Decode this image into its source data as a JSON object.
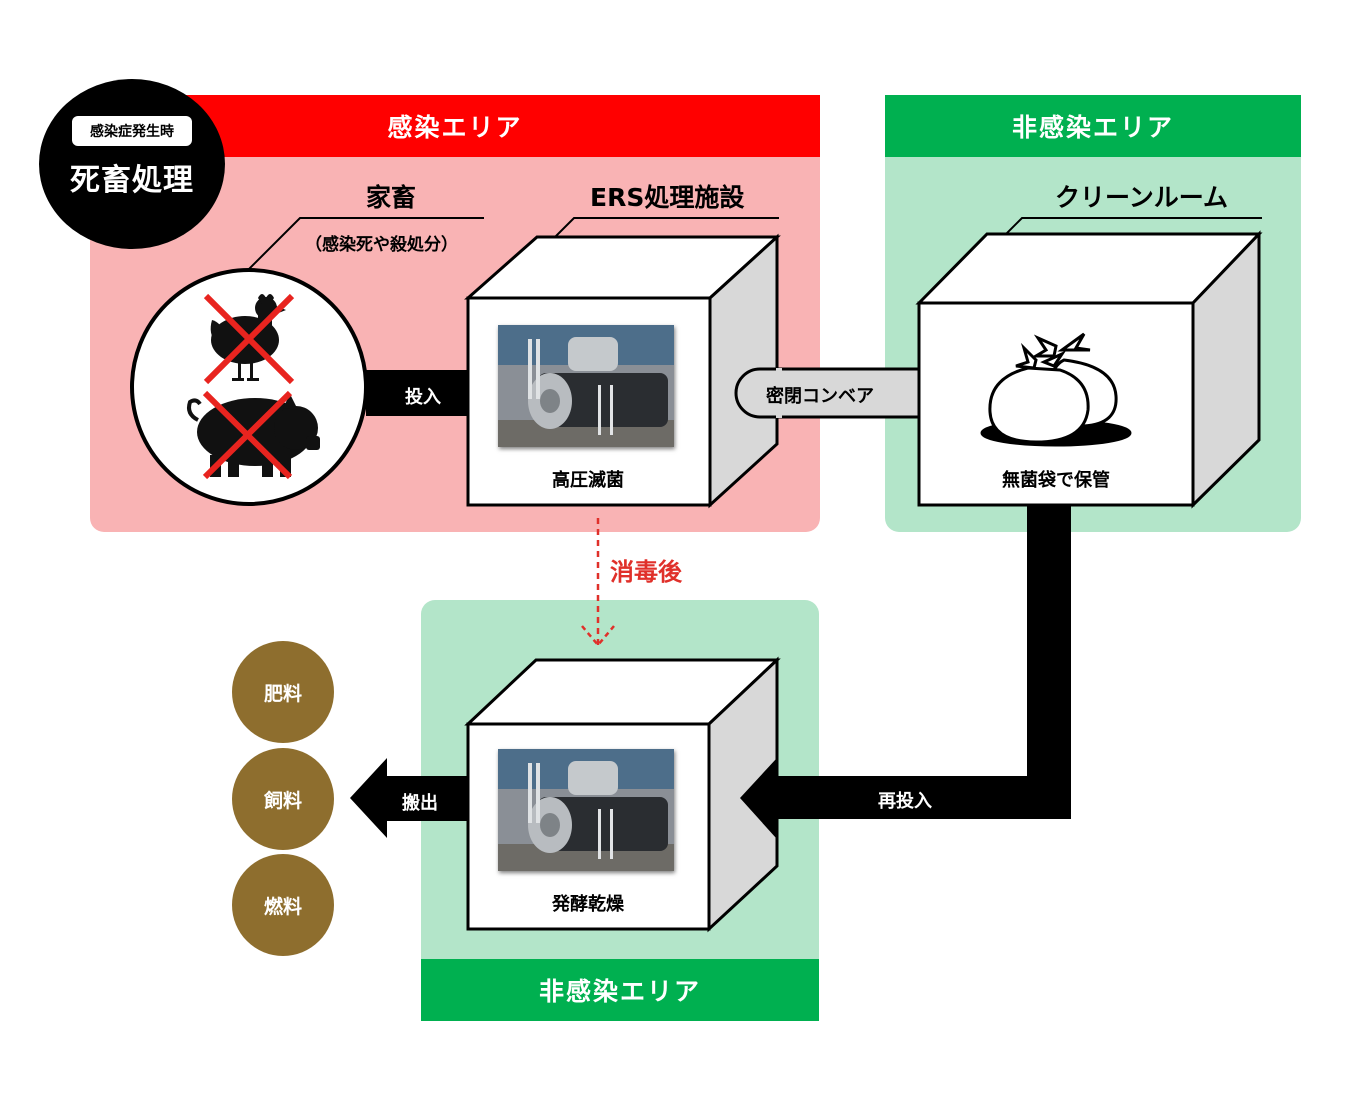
{
  "badge": {
    "small": "感染症発生時",
    "big": "死畜処理"
  },
  "areas": {
    "infected": "感染エリア",
    "clean_top": "非感染エリア",
    "clean_bottom": "非感染エリア"
  },
  "livestock": {
    "title": "家畜",
    "subtitle": "（感染死や殺処分）"
  },
  "ers": {
    "title": "ERS処理施設",
    "sterilize": "高圧滅菌"
  },
  "cleanroom": {
    "title": "クリーンルーム",
    "storage": "無菌袋で保管"
  },
  "flows": {
    "input": "投入",
    "conveyor": "密閉コンベア",
    "after_disinfect": "消毒後",
    "reinput": "再投入",
    "carry_out": "搬出"
  },
  "dryer": {
    "label": "発酵乾燥"
  },
  "products": [
    "肥料",
    "飼料",
    "燃料"
  ],
  "colors": {
    "infected_bg": "#f9b3b4",
    "infected_bar": "#ff0000",
    "clean_bg": "#b3e5c9",
    "clean_bar": "#00b050",
    "product": "#8e6e2e",
    "disinfect_arrow": "#e0302a"
  },
  "icons": [
    "chicken-icon",
    "pig-icon",
    "cross-mark-icon",
    "sealed-bag-icon",
    "machine-photo"
  ]
}
